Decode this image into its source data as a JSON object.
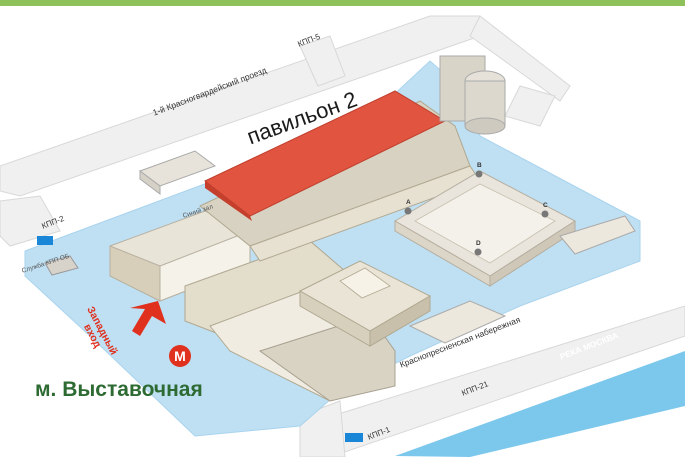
{
  "pavilion_label": "павильон 2",
  "metro": {
    "name": "м. Выставочная",
    "logo": "M",
    "color": "#e0301e"
  },
  "west_entrance": "Западный\nвход",
  "roads": {
    "proezd": "1-й Красногвардейский проезд",
    "naberezhnaya": "Краснопресненская набережная"
  },
  "gates": {
    "kpp5": "КПП-5",
    "kpp2": "КПП-2",
    "kpp21": "КПП-21",
    "kpp1": "КПП-1"
  },
  "river_label": "РЕКА МОСКВА",
  "siniy_zal": "Синий зал",
  "sluzhba_kpp": "Служба КПП ОБ",
  "dome_sections": [
    "A",
    "B",
    "C",
    "D"
  ],
  "colors": {
    "pavilion": "#e05440",
    "ground": "#bfe0f3",
    "water": "#7cc7ec",
    "road": "#eeeeee",
    "metro_text": "#2d6b33",
    "entrance": "#e0301e"
  }
}
